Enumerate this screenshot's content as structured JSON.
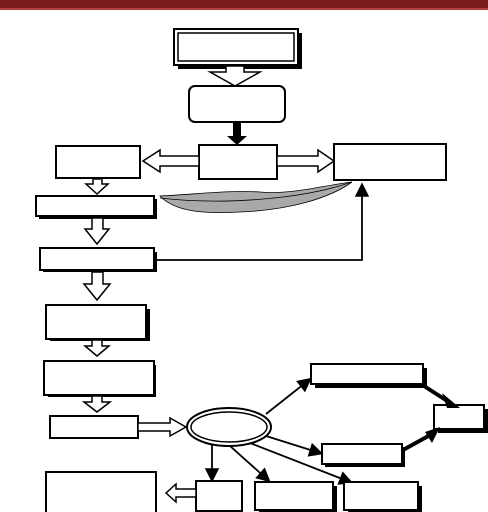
{
  "diagram": {
    "colors": {
      "stroke": "#000000",
      "background": "#ffffff",
      "top_bar": "#7a1a1a",
      "swoosh_fill": "#a9a9a9"
    },
    "nodes": [
      {
        "id": "start",
        "text": ""
      },
      {
        "id": "step-2",
        "text": ""
      },
      {
        "id": "center",
        "text": ""
      },
      {
        "id": "left-1",
        "text": ""
      },
      {
        "id": "right-1",
        "text": ""
      },
      {
        "id": "left-2",
        "text": ""
      },
      {
        "id": "left-3",
        "text": ""
      },
      {
        "id": "left-4",
        "text": ""
      },
      {
        "id": "left-5",
        "text": ""
      },
      {
        "id": "left-6",
        "text": ""
      },
      {
        "id": "hub-ellipse",
        "text": ""
      },
      {
        "id": "right-upper",
        "text": ""
      },
      {
        "id": "right-lower",
        "text": ""
      },
      {
        "id": "far-right",
        "text": ""
      },
      {
        "id": "bottom-1",
        "text": ""
      },
      {
        "id": "bottom-2",
        "text": ""
      },
      {
        "id": "bottom-3",
        "text": ""
      },
      {
        "id": "bottom-left-big",
        "text": ""
      }
    ]
  }
}
